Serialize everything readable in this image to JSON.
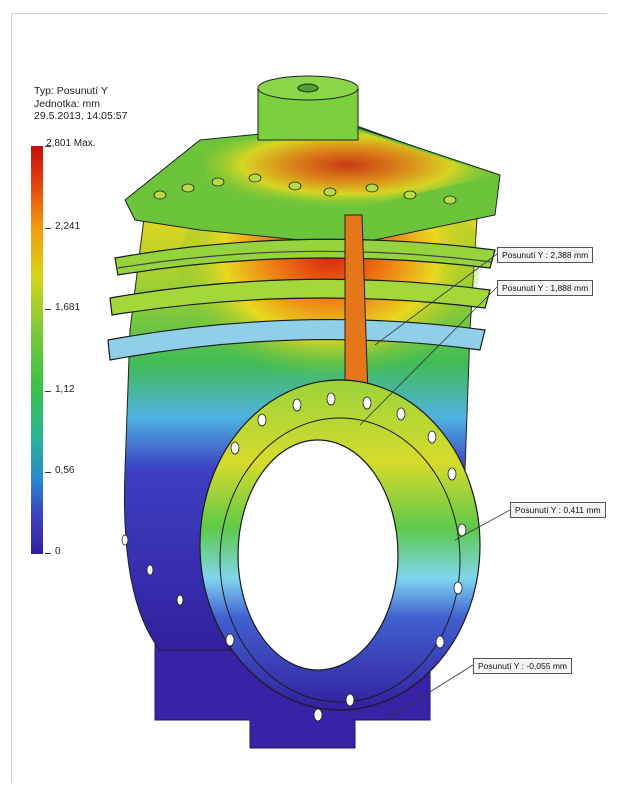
{
  "legend": {
    "type_label": "Typ: Posunutí Y",
    "unit_label": "Jednotka: mm",
    "datetime": "29.5.2013, 14:05:57",
    "scale": [
      "2,801 Max.",
      "2,241",
      "1,681",
      "1,12",
      "0,56",
      "0"
    ]
  },
  "callouts": [
    "Posunutí Y : 2,388 mm",
    "Posunutí Y : 1,888 mm",
    "Posunutí Y : 0,411 mm",
    "Posunutí Y : -0,055 mm"
  ],
  "colors": {
    "max": "#c40d0d",
    "mid": "#3ec244",
    "min": "#32219f"
  },
  "model": {
    "name": "gate-valve-displacement-plot"
  }
}
